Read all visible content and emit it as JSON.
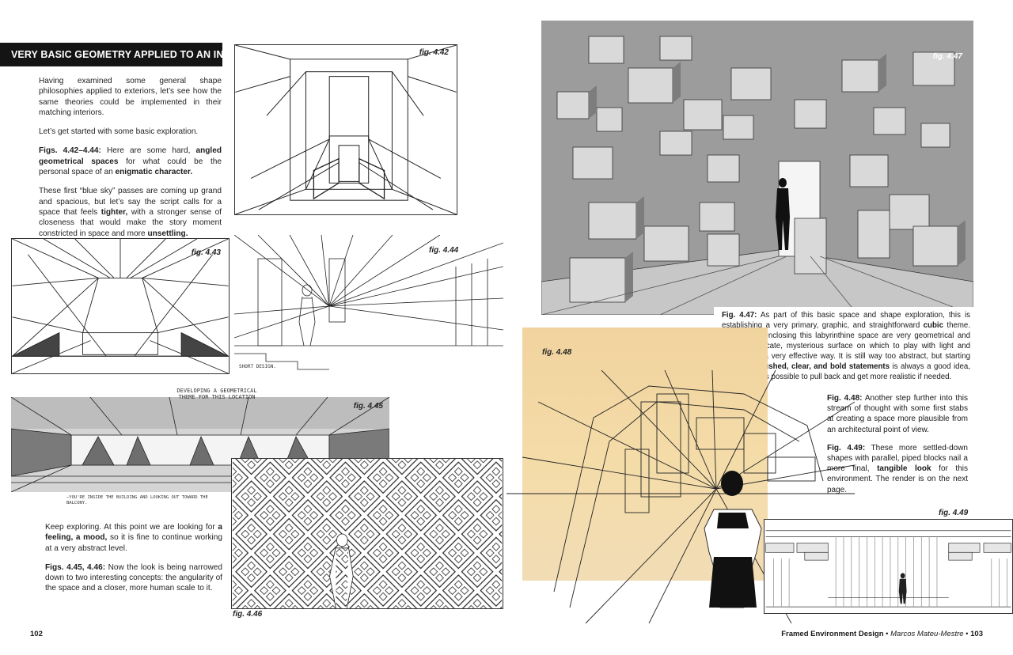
{
  "heading": "VERY BASIC GEOMETRY APPLIED TO AN INTERIOR",
  "intro": {
    "p1": "Having examined some general shape philosophies applied to exteriors, let’s see how the same theories could be implemented in their matching interiors.",
    "p2": "Let’s get started with some basic exploration.",
    "p3_a": "Figs. 4.42–4.44:",
    "p3_b": " Here are some hard, ",
    "p3_c": "angled geometrical spaces",
    "p3_d": " for what could be the personal space of an ",
    "p3_e": "enigmatic character.",
    "p4_a": "These first “blue sky” passes are coming up grand and spacious, but let’s say the script calls for a space that feels ",
    "p4_b": "tighter,",
    "p4_c": " with a stronger sense of closeness that would make the story moment constricted in space and more ",
    "p4_d": "unsettling."
  },
  "explore": {
    "p1_a": "Keep exploring. At this point we are looking for ",
    "p1_b": "a feeling, a mood,",
    "p1_c": " so it is fine to continue working at a very abstract level.",
    "p2_a": "Figs. 4.45, 4.46:",
    "p2_b": " Now the look is being narrowed down to two interesting concepts: the angularity of the space and a closer, more human scale to it."
  },
  "figures": {
    "f442": "fig. 4.42",
    "f443": "fig. 4.43",
    "f444": "fig. 4.44",
    "f445": "fig. 4.45",
    "f446": "fig. 4.46",
    "f447": "fig. 4.47",
    "f448": "fig. 4.48",
    "f449": "fig. 4.49"
  },
  "handwritten": {
    "h445_top": "DEVELOPING A GEOMETRICAL THEME FOR THIS LOCATION",
    "h445_bottom": "—YOU'RE INSIDE THE BUILDING AND LOOKING OUT TOWARD THE BALCONY.",
    "h444": "SHORT DESIGN."
  },
  "caption447": {
    "a": "Fig. 4.47:",
    "b": " As part of this basic space and shape exploration, this is establishing a very primary, graphic, and straightforward ",
    "c": "cubic",
    "d": " theme. The “walls” enclosing this labyrinthine space are very geometrical and offer an intricate, mysterious surface on which to play with light and shadows in a very effective way. It is still way too abstract, but starting with really ",
    "e": "pushed, clear, and bold statements",
    "f": " is always a good idea, as it is always possible to pull back and get more realistic if needed."
  },
  "caption448": {
    "a": "Fig. 4.48:",
    "b": " Another step further into this stream of thought with some first stabs at creating a space more plausible from an architectural point of view."
  },
  "caption449": {
    "a": "Fig. 4.49:",
    "b": " These more settled-down shapes with parallel, piped blocks nail a more final, ",
    "c": "tangible look",
    "d": " for this environment. The render is on the next page."
  },
  "footer": {
    "left_page": "102",
    "book": "Framed Environment Design",
    "sep1": " • ",
    "author": "Marcos Mateu-Mestre",
    "sep2": " • ",
    "right_page": "103"
  }
}
